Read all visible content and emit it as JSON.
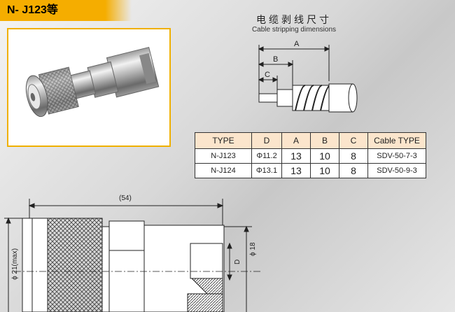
{
  "title": "N- J123等",
  "stripping": {
    "title_cn": "电缆剥线尺寸",
    "title_en": "Cable stripping dimensions",
    "labels": {
      "a": "A",
      "b": "B",
      "c": "C"
    }
  },
  "table": {
    "headers": [
      "TYPE",
      "D",
      "A",
      "B",
      "C",
      "Cable TYPE"
    ],
    "rows": [
      [
        "N-J123",
        "Φ11.2",
        "13",
        "10",
        "8",
        "SDV-50-7-3"
      ],
      [
        "N-J124",
        "Φ13.1",
        "13",
        "10",
        "8",
        "SDV-50-9-3"
      ]
    ]
  },
  "drawing": {
    "overall_length": "(54)",
    "dia_max": "ϕ 21(max)",
    "dia_18": "ϕ 18",
    "d_label": "D"
  }
}
